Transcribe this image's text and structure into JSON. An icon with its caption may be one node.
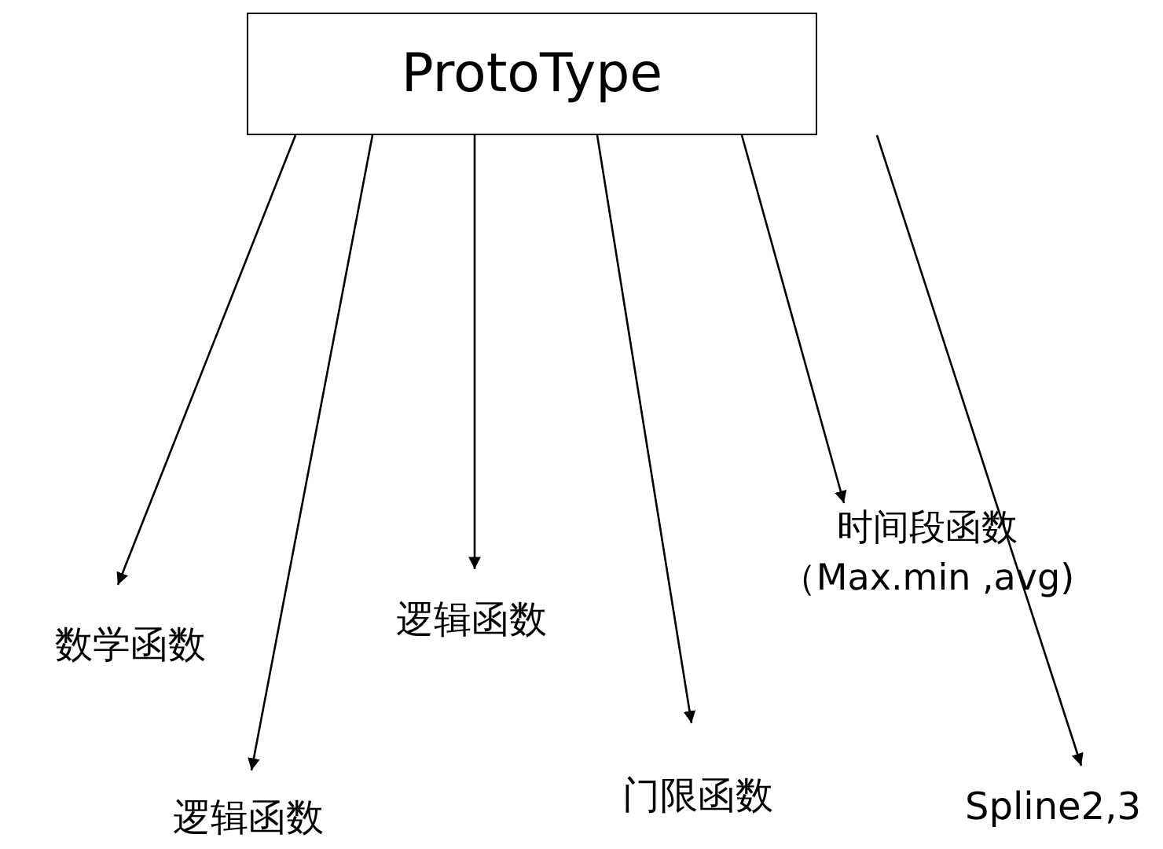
{
  "diagram": {
    "nodes": [
      {
        "text": [
          "ProtoType"
        ]
      },
      {
        "text": [
          "数学函数"
        ]
      },
      {
        "text": [
          "逻辑函数"
        ]
      },
      {
        "text": [
          "逻辑函数"
        ]
      },
      {
        "text": [
          "门限函数"
        ]
      },
      {
        "text": [
          "时间段函数（Max.min ,avg)"
        ]
      },
      {
        "text": [
          "Spline2,3"
        ]
      }
    ],
    "edges": [
      {
        "from": 0,
        "to": 1,
        "arrow": "to"
      },
      {
        "from": 0,
        "to": 2,
        "arrow": "to"
      },
      {
        "from": 0,
        "to": 3,
        "arrow": "to"
      },
      {
        "from": 0,
        "to": 4,
        "arrow": "to"
      },
      {
        "from": 0,
        "to": 5,
        "arrow": "to"
      },
      {
        "from": 0,
        "to": 6,
        "arrow": "to"
      }
    ]
  }
}
